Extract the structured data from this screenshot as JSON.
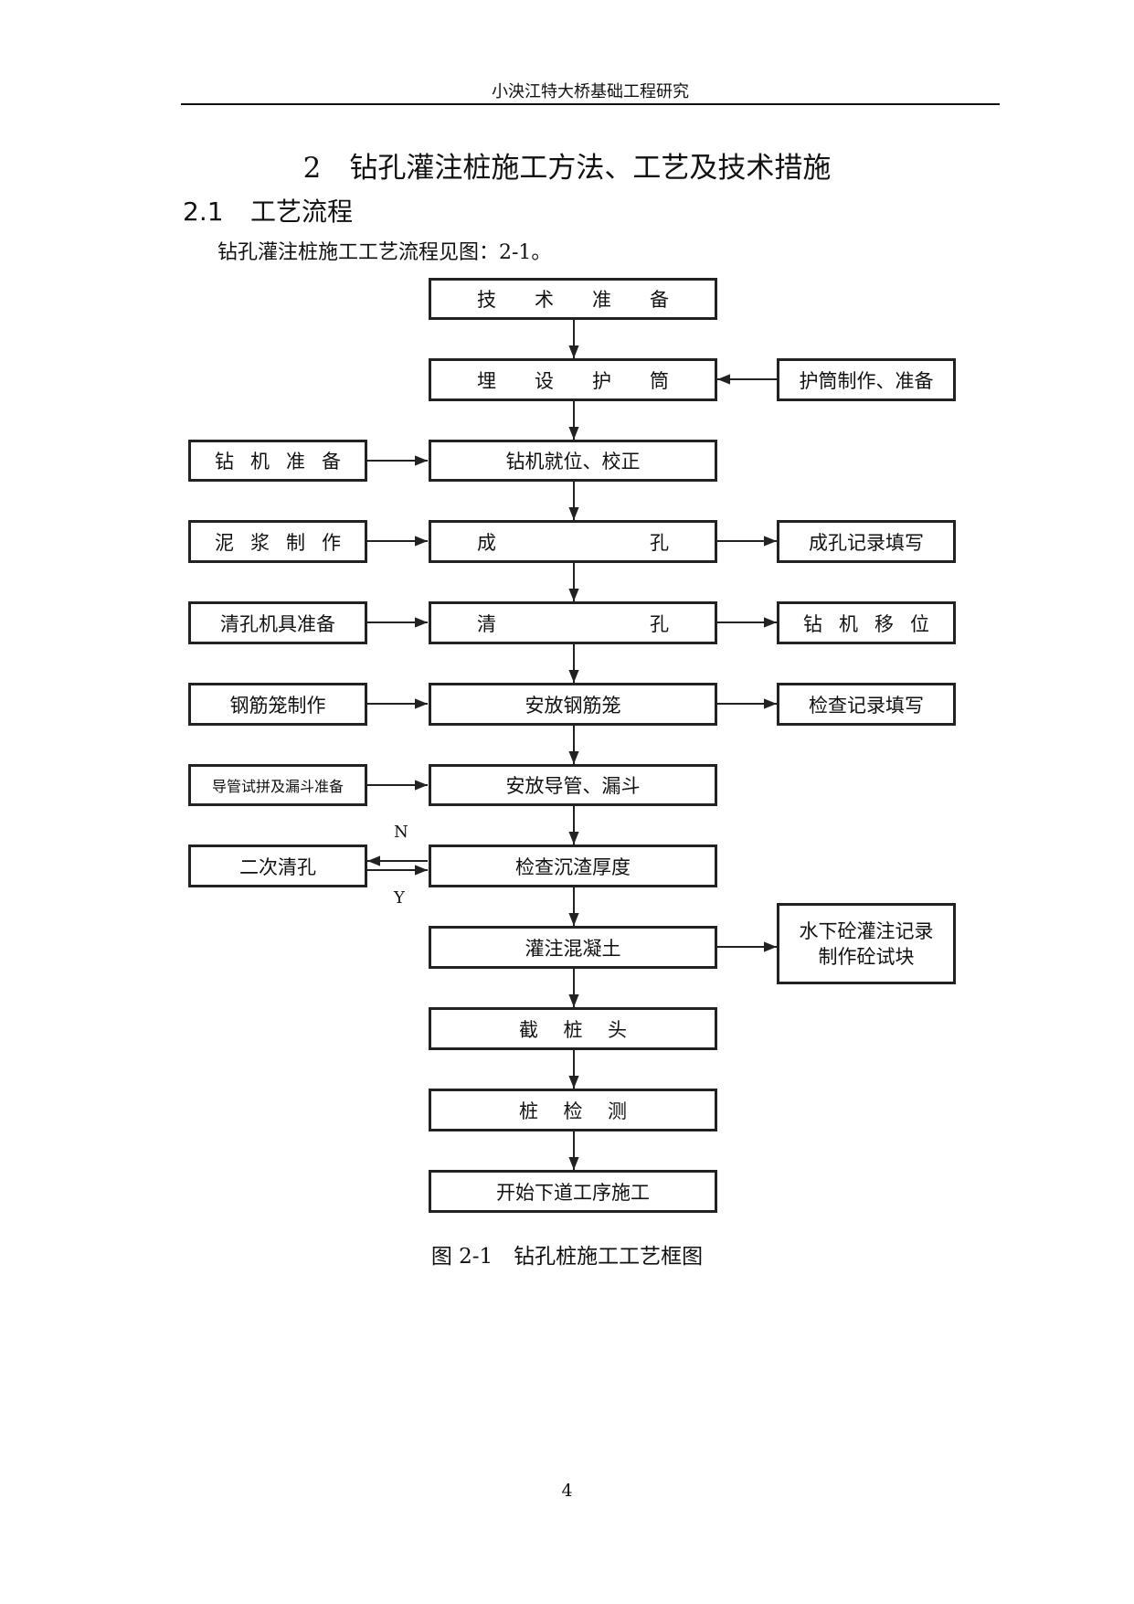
{
  "header": {
    "running_title": "小泱江特大桥基础工程研究"
  },
  "section": {
    "title": "2　钻孔灌注桩施工方法、工艺及技术措施"
  },
  "subsection": {
    "number": "2.1",
    "title": "工艺流程"
  },
  "paragraph": {
    "text": "钻孔灌注桩施工工艺流程见图：2-1。"
  },
  "flowchart": {
    "main": {
      "tech_prep": [
        "技",
        "术",
        "准",
        "备"
      ],
      "bury_casing": [
        "埋",
        "设",
        "护",
        "筒"
      ],
      "rig_position": "钻机就位、校正",
      "drill_hole": [
        "成",
        "孔"
      ],
      "clean_hole": [
        "清",
        "孔"
      ],
      "place_cage": "安放钢筋笼",
      "place_tremie": "安放导管、漏斗",
      "check_sediment": "检查沉渣厚度",
      "pour_concrete": "灌注混凝土",
      "cut_head": [
        "截",
        "桩",
        "头"
      ],
      "pile_test": [
        "桩",
        "检",
        "测"
      ],
      "next_process": "开始下道工序施工"
    },
    "left": {
      "rig_prep": [
        "钻",
        "机",
        "准",
        "备"
      ],
      "mud_making": [
        "泥",
        "浆",
        "制",
        "作"
      ],
      "tools_prep": "清孔机具准备",
      "cage_making": "钢筋笼制作",
      "tremie_prep": "导管试拼及漏斗准备",
      "second_clean": "二次清孔"
    },
    "right": {
      "casing_making": "护筒制作、准备",
      "drill_record": "成孔记录填写",
      "rig_move": [
        "钻",
        "机",
        "移",
        "位"
      ],
      "check_record": "检查记录填写",
      "pour_record_line1": "水下砼灌注记录",
      "pour_record_line2": "制作砼试块"
    },
    "branch_labels": {
      "no": "N",
      "yes": "Y"
    }
  },
  "figure": {
    "caption": "图 2-1　钻孔桩施工工艺框图"
  },
  "page": {
    "number": "4"
  }
}
